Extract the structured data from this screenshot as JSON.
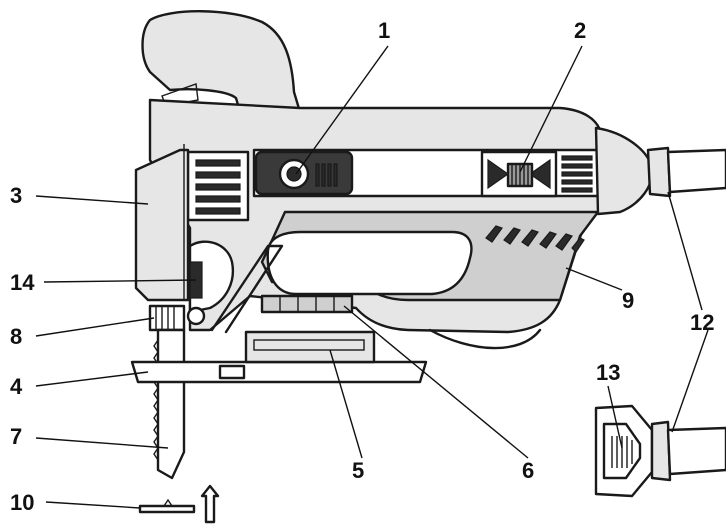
{
  "callouts": [
    {
      "id": "1",
      "label": "1"
    },
    {
      "id": "2",
      "label": "2"
    },
    {
      "id": "3",
      "label": "3"
    },
    {
      "id": "4",
      "label": "4"
    },
    {
      "id": "5",
      "label": "5"
    },
    {
      "id": "6",
      "label": "6"
    },
    {
      "id": "7",
      "label": "7"
    },
    {
      "id": "8",
      "label": "8"
    },
    {
      "id": "9",
      "label": "9"
    },
    {
      "id": "10",
      "label": "10"
    },
    {
      "id": "12",
      "label": "12"
    },
    {
      "id": "13",
      "label": "13"
    },
    {
      "id": "14",
      "label": "14"
    }
  ],
  "colors": {
    "line": "#1a1a1a",
    "body_fill": "#e6e6e6",
    "grip_fill": "#cfcfcf",
    "dark_fill": "#2a2a2a",
    "background": "#ffffff"
  }
}
